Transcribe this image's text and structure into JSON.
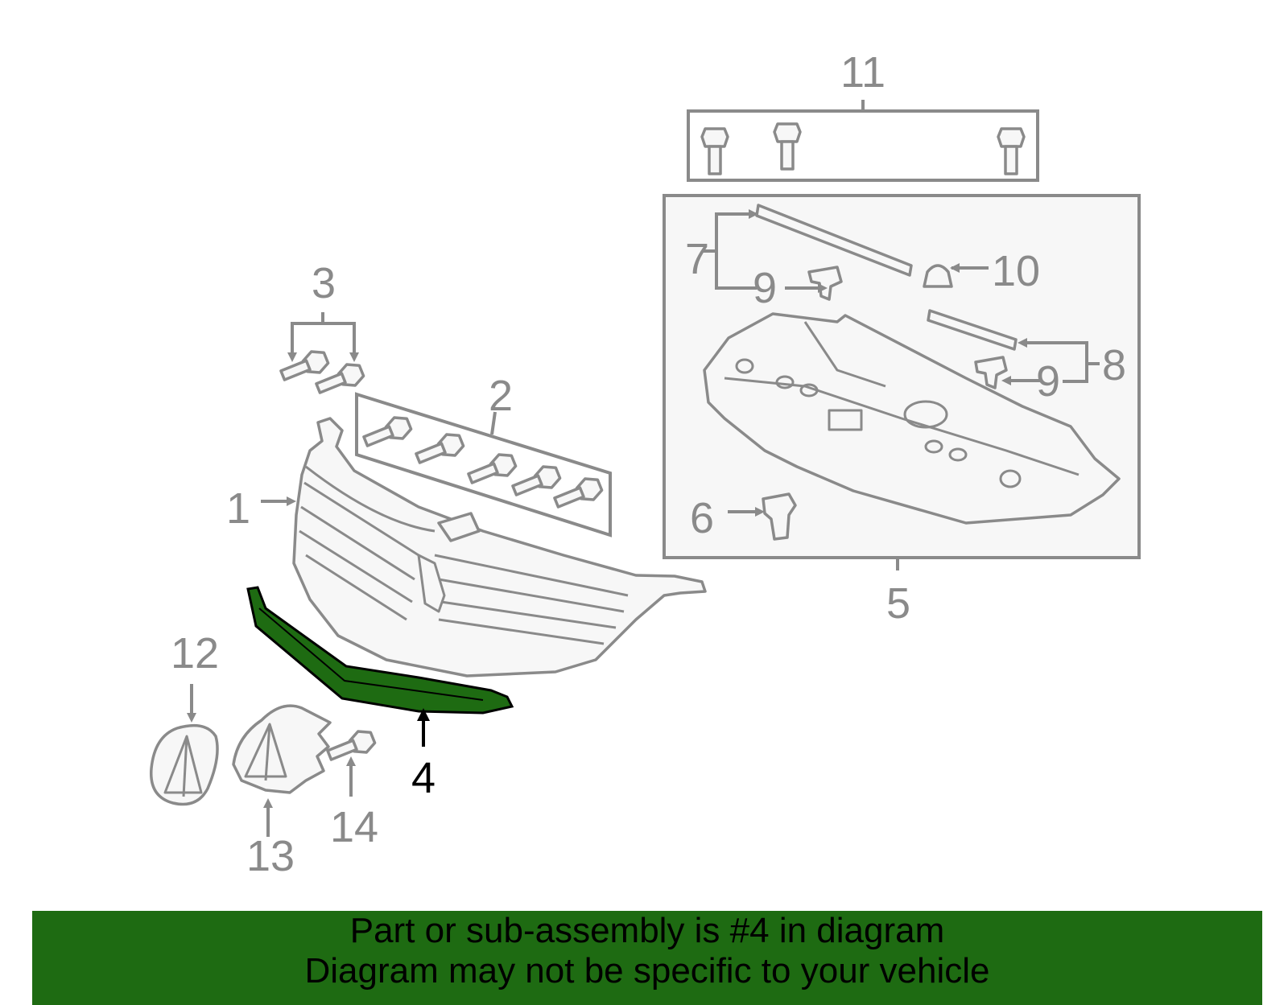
{
  "diagram": {
    "callouts": [
      "1",
      "2",
      "3",
      "4",
      "5",
      "6",
      "7",
      "8",
      "9",
      "9",
      "10",
      "11",
      "12",
      "13",
      "14"
    ],
    "highlight_color": "#1e6b12",
    "highlighted_part": "4"
  },
  "banner": {
    "line1": "Part or sub-assembly is #4 in diagram",
    "line2": "Diagram may not be specific to your vehicle",
    "color": "#1e6b12"
  }
}
